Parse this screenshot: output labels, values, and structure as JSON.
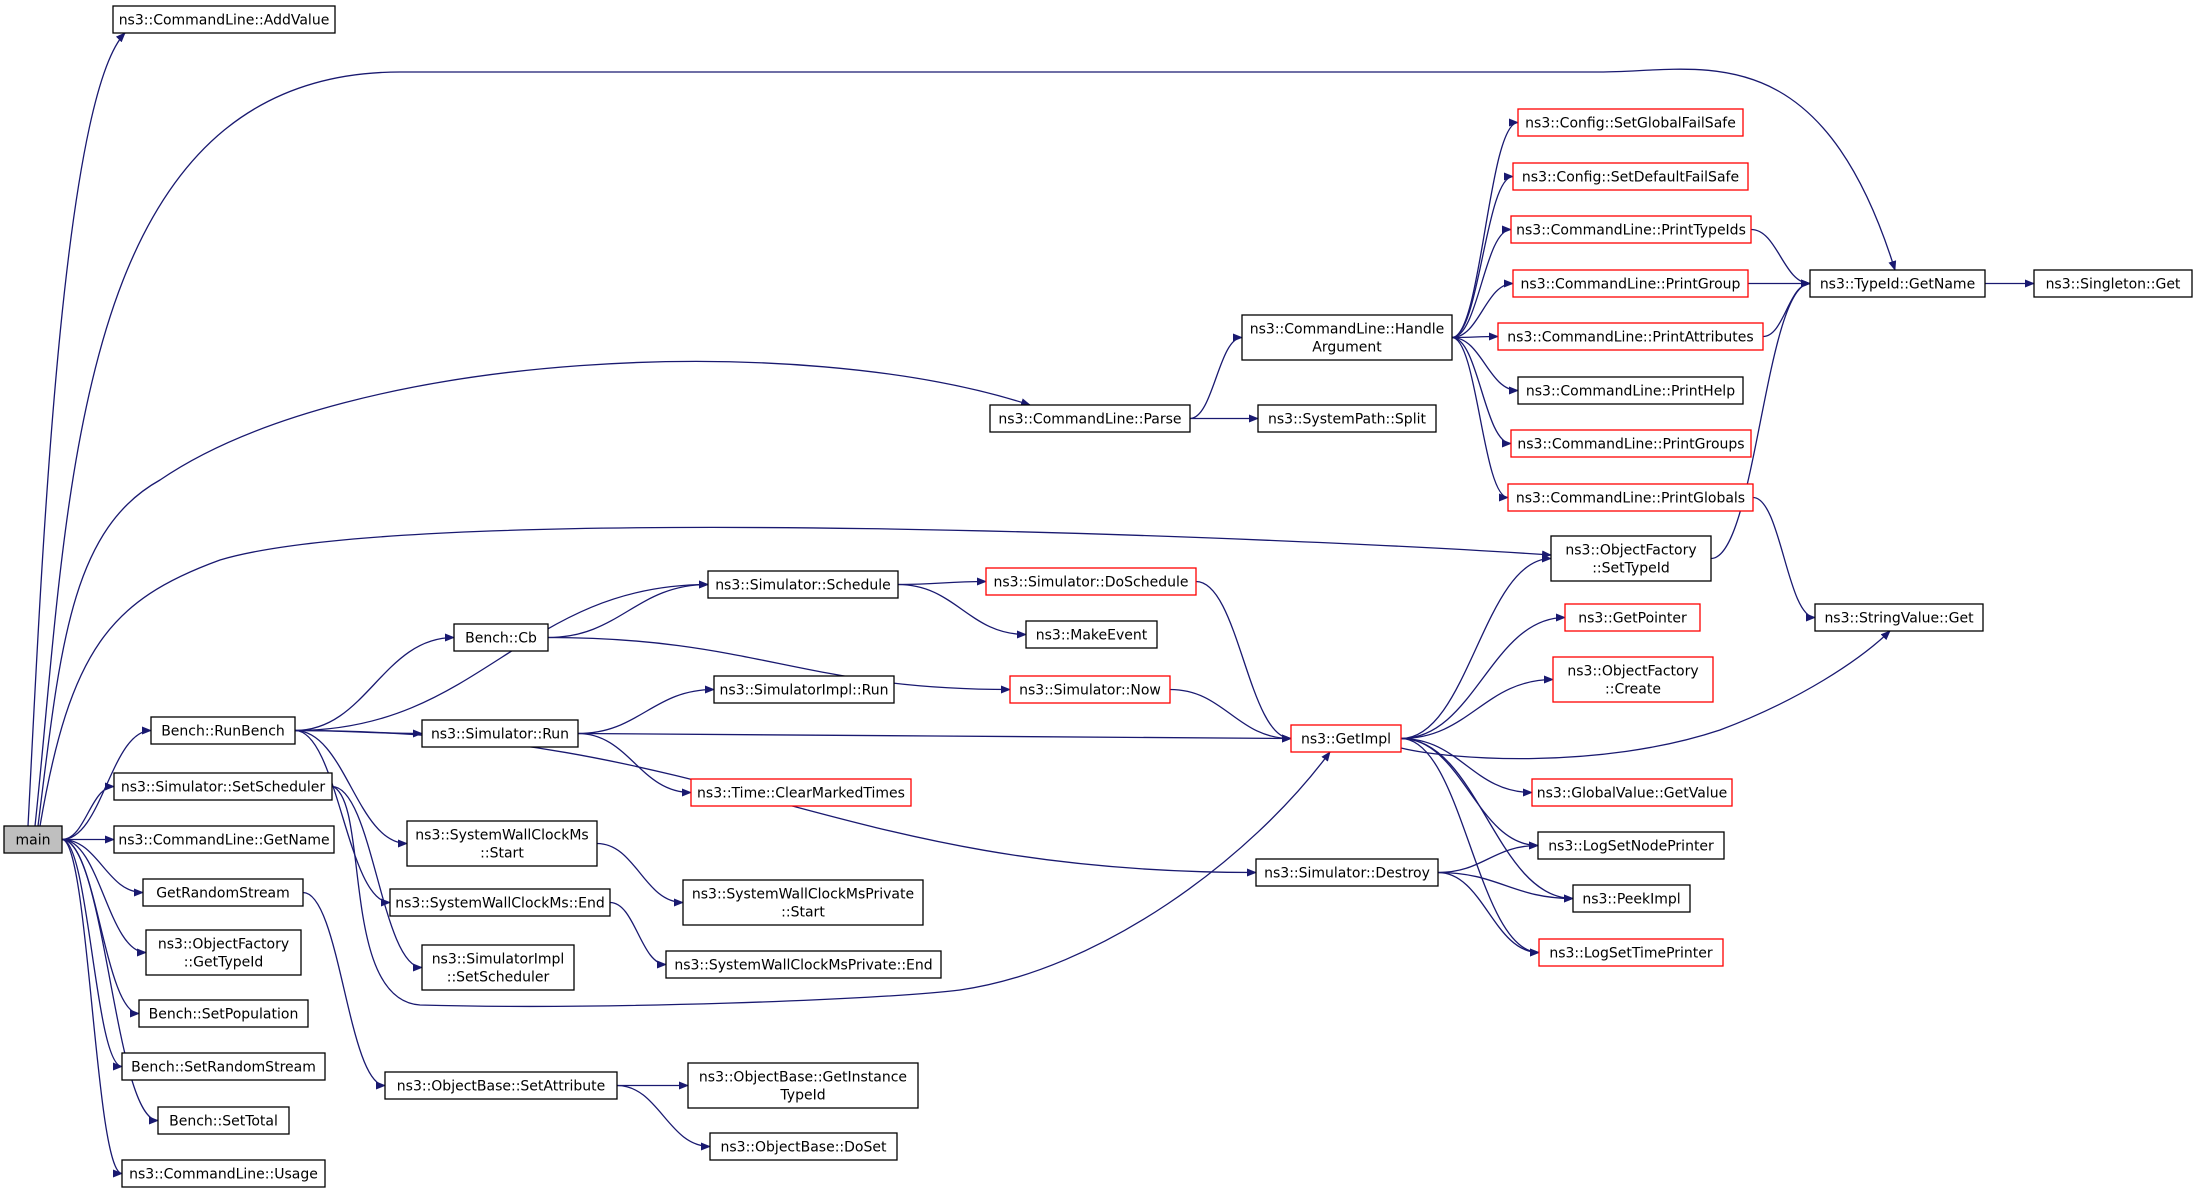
{
  "colors": {
    "edge": "#191970",
    "box_normal": "#000000",
    "box_truncated": "#ff0000",
    "box_root_fill": "#bfbfbf",
    "box_fill": "#ffffff"
  },
  "nodes": [
    {
      "id": "main",
      "lines": [
        "main"
      ],
      "style": "root"
    },
    {
      "id": "cl_addvalue",
      "lines": [
        "ns3::CommandLine::AddValue"
      ],
      "style": "normal"
    },
    {
      "id": "cl_parse",
      "lines": [
        "ns3::CommandLine::Parse"
      ],
      "style": "normal"
    },
    {
      "id": "cl_handle",
      "lines": [
        "ns3::CommandLine::Handle",
        "Argument"
      ],
      "style": "normal"
    },
    {
      "id": "systempath_split",
      "lines": [
        "ns3::SystemPath::Split"
      ],
      "style": "normal"
    },
    {
      "id": "cfg_globalfailsafe",
      "lines": [
        "ns3::Config::SetGlobalFailSafe"
      ],
      "style": "truncated"
    },
    {
      "id": "cfg_defaultfailsafe",
      "lines": [
        "ns3::Config::SetDefaultFailSafe"
      ],
      "style": "truncated"
    },
    {
      "id": "cl_printtypeids",
      "lines": [
        "ns3::CommandLine::PrintTypeIds"
      ],
      "style": "truncated"
    },
    {
      "id": "cl_printgroup",
      "lines": [
        "ns3::CommandLine::PrintGroup"
      ],
      "style": "truncated"
    },
    {
      "id": "cl_printattributes",
      "lines": [
        "ns3::CommandLine::PrintAttributes"
      ],
      "style": "truncated"
    },
    {
      "id": "cl_printhelp",
      "lines": [
        "ns3::CommandLine::PrintHelp"
      ],
      "style": "normal"
    },
    {
      "id": "cl_printgroups",
      "lines": [
        "ns3::CommandLine::PrintGroups"
      ],
      "style": "truncated"
    },
    {
      "id": "cl_printglobals",
      "lines": [
        "ns3::CommandLine::PrintGlobals"
      ],
      "style": "truncated"
    },
    {
      "id": "typeid_getname",
      "lines": [
        "ns3::TypeId::GetName"
      ],
      "style": "normal"
    },
    {
      "id": "singleton_get",
      "lines": [
        "ns3::Singleton::Get"
      ],
      "style": "normal"
    },
    {
      "id": "of_settypeid",
      "lines": [
        "ns3::ObjectFactory",
        "::SetTypeId"
      ],
      "style": "normal"
    },
    {
      "id": "stringvalue_get",
      "lines": [
        "ns3::StringValue::Get"
      ],
      "style": "normal"
    },
    {
      "id": "sim_schedule",
      "lines": [
        "ns3::Simulator::Schedule"
      ],
      "style": "normal"
    },
    {
      "id": "sim_doschedule",
      "lines": [
        "ns3::Simulator::DoSchedule"
      ],
      "style": "truncated"
    },
    {
      "id": "makeevent",
      "lines": [
        "ns3::MakeEvent"
      ],
      "style": "normal"
    },
    {
      "id": "bench_cb",
      "lines": [
        "Bench::Cb"
      ],
      "style": "normal"
    },
    {
      "id": "sim_now",
      "lines": [
        "ns3::Simulator::Now"
      ],
      "style": "truncated"
    },
    {
      "id": "simimpl_run",
      "lines": [
        "ns3::SimulatorImpl::Run"
      ],
      "style": "normal"
    },
    {
      "id": "bench_runbench",
      "lines": [
        "Bench::RunBench"
      ],
      "style": "normal"
    },
    {
      "id": "sim_run",
      "lines": [
        "ns3::Simulator::Run"
      ],
      "style": "normal"
    },
    {
      "id": "getimpl",
      "lines": [
        "ns3::GetImpl"
      ],
      "style": "truncated"
    },
    {
      "id": "getpointer",
      "lines": [
        "ns3::GetPointer"
      ],
      "style": "truncated"
    },
    {
      "id": "of_create",
      "lines": [
        "ns3::ObjectFactory",
        "::Create"
      ],
      "style": "truncated"
    },
    {
      "id": "globalvalue_getvalue",
      "lines": [
        "ns3::GlobalValue::GetValue"
      ],
      "style": "truncated"
    },
    {
      "id": "logsetnodeprinter",
      "lines": [
        "ns3::LogSetNodePrinter"
      ],
      "style": "normal"
    },
    {
      "id": "peekimpl",
      "lines": [
        "ns3::PeekImpl"
      ],
      "style": "normal"
    },
    {
      "id": "logsettimeprinter",
      "lines": [
        "ns3::LogSetTimePrinter"
      ],
      "style": "truncated"
    },
    {
      "id": "time_clearmarked",
      "lines": [
        "ns3::Time::ClearMarkedTimes"
      ],
      "style": "truncated"
    },
    {
      "id": "sim_setscheduler",
      "lines": [
        "ns3::Simulator::SetScheduler"
      ],
      "style": "normal"
    },
    {
      "id": "swc_start",
      "lines": [
        "ns3::SystemWallClockMs",
        "::Start"
      ],
      "style": "normal"
    },
    {
      "id": "swcp_start",
      "lines": [
        "ns3::SystemWallClockMsPrivate",
        "::Start"
      ],
      "style": "normal"
    },
    {
      "id": "swc_end",
      "lines": [
        "ns3::SystemWallClockMs::End"
      ],
      "style": "normal"
    },
    {
      "id": "swcp_end",
      "lines": [
        "ns3::SystemWallClockMsPrivate::End"
      ],
      "style": "normal"
    },
    {
      "id": "sim_destroy",
      "lines": [
        "ns3::Simulator::Destroy"
      ],
      "style": "normal"
    },
    {
      "id": "cl_getname",
      "lines": [
        "ns3::CommandLine::GetName"
      ],
      "style": "normal"
    },
    {
      "id": "getrandomstream",
      "lines": [
        "GetRandomStream"
      ],
      "style": "normal"
    },
    {
      "id": "simimpl_setscheduler",
      "lines": [
        "ns3::SimulatorImpl",
        "::SetScheduler"
      ],
      "style": "normal"
    },
    {
      "id": "of_gettypeid",
      "lines": [
        "ns3::ObjectFactory",
        "::GetTypeId"
      ],
      "style": "normal"
    },
    {
      "id": "bench_setpopulation",
      "lines": [
        "Bench::SetPopulation"
      ],
      "style": "normal"
    },
    {
      "id": "bench_setrandomstream",
      "lines": [
        "Bench::SetRandomStream"
      ],
      "style": "normal"
    },
    {
      "id": "bench_settotal",
      "lines": [
        "Bench::SetTotal"
      ],
      "style": "normal"
    },
    {
      "id": "cl_usage",
      "lines": [
        "ns3::CommandLine::Usage"
      ],
      "style": "normal"
    },
    {
      "id": "ob_setattribute",
      "lines": [
        "ns3::ObjectBase::SetAttribute"
      ],
      "style": "normal"
    },
    {
      "id": "ob_getinstancetypeid",
      "lines": [
        "ns3::ObjectBase::GetInstance",
        "TypeId"
      ],
      "style": "normal"
    },
    {
      "id": "ob_doset",
      "lines": [
        "ns3::ObjectBase::DoSet"
      ],
      "style": "normal"
    }
  ],
  "edges": [
    [
      "main",
      "cl_addvalue"
    ],
    [
      "main",
      "typeid_getname"
    ],
    [
      "main",
      "cl_parse"
    ],
    [
      "main",
      "of_settypeid"
    ],
    [
      "main",
      "bench_runbench"
    ],
    [
      "main",
      "sim_setscheduler"
    ],
    [
      "main",
      "cl_getname"
    ],
    [
      "main",
      "getrandomstream"
    ],
    [
      "main",
      "of_gettypeid"
    ],
    [
      "main",
      "bench_setpopulation"
    ],
    [
      "main",
      "bench_setrandomstream"
    ],
    [
      "main",
      "bench_settotal"
    ],
    [
      "main",
      "cl_usage"
    ],
    [
      "cl_parse",
      "cl_handle"
    ],
    [
      "cl_parse",
      "systempath_split"
    ],
    [
      "cl_handle",
      "cfg_globalfailsafe"
    ],
    [
      "cl_handle",
      "cfg_defaultfailsafe"
    ],
    [
      "cl_handle",
      "cl_printtypeids"
    ],
    [
      "cl_handle",
      "cl_printgroup"
    ],
    [
      "cl_handle",
      "cl_printattributes"
    ],
    [
      "cl_handle",
      "cl_printhelp"
    ],
    [
      "cl_handle",
      "cl_printgroups"
    ],
    [
      "cl_handle",
      "cl_printglobals"
    ],
    [
      "cl_printtypeids",
      "typeid_getname"
    ],
    [
      "cl_printgroup",
      "typeid_getname"
    ],
    [
      "cl_printattributes",
      "typeid_getname"
    ],
    [
      "cl_printglobals",
      "stringvalue_get"
    ],
    [
      "typeid_getname",
      "singleton_get"
    ],
    [
      "of_settypeid",
      "typeid_getname"
    ],
    [
      "bench_runbench",
      "sim_schedule"
    ],
    [
      "bench_runbench",
      "bench_cb"
    ],
    [
      "bench_runbench",
      "sim_run"
    ],
    [
      "bench_runbench",
      "swc_start"
    ],
    [
      "bench_runbench",
      "swc_end"
    ],
    [
      "bench_runbench",
      "sim_destroy"
    ],
    [
      "bench_cb",
      "sim_schedule"
    ],
    [
      "bench_cb",
      "sim_now"
    ],
    [
      "sim_schedule",
      "sim_doschedule"
    ],
    [
      "sim_schedule",
      "makeevent"
    ],
    [
      "sim_doschedule",
      "getimpl"
    ],
    [
      "sim_now",
      "getimpl"
    ],
    [
      "sim_run",
      "simimpl_run"
    ],
    [
      "sim_run",
      "getimpl"
    ],
    [
      "sim_run",
      "time_clearmarked"
    ],
    [
      "getimpl",
      "of_settypeid"
    ],
    [
      "getimpl",
      "getpointer"
    ],
    [
      "getimpl",
      "of_create"
    ],
    [
      "getimpl",
      "stringvalue_get"
    ],
    [
      "getimpl",
      "globalvalue_getvalue"
    ],
    [
      "getimpl",
      "logsetnodeprinter"
    ],
    [
      "getimpl",
      "peekimpl"
    ],
    [
      "getimpl",
      "logsettimeprinter"
    ],
    [
      "sim_setscheduler",
      "getimpl"
    ],
    [
      "sim_setscheduler",
      "simimpl_setscheduler"
    ],
    [
      "swc_start",
      "swcp_start"
    ],
    [
      "swc_end",
      "swcp_end"
    ],
    [
      "sim_destroy",
      "logsetnodeprinter"
    ],
    [
      "sim_destroy",
      "peekimpl"
    ],
    [
      "sim_destroy",
      "logsettimeprinter"
    ],
    [
      "getrandomstream",
      "ob_setattribute"
    ],
    [
      "ob_setattribute",
      "ob_getinstancetypeid"
    ],
    [
      "ob_setattribute",
      "ob_doset"
    ]
  ]
}
